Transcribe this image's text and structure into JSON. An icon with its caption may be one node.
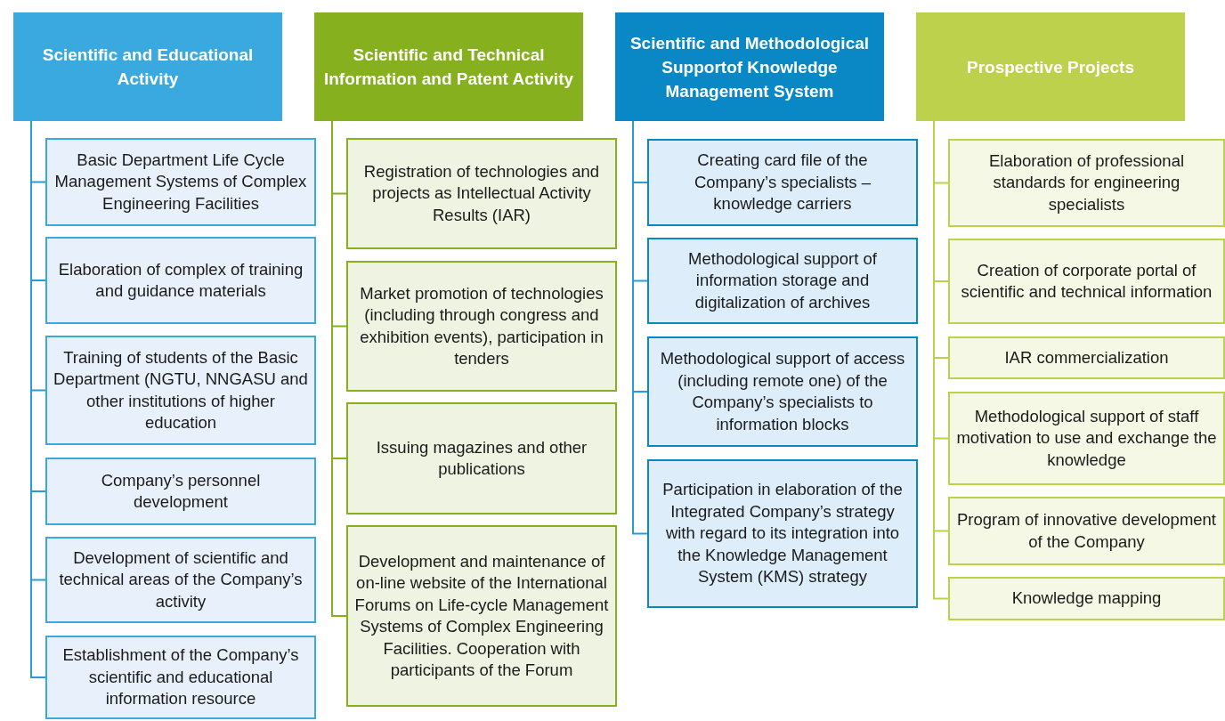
{
  "diagram": {
    "nodes": [
      {
        "text": [
          "Scientific and Educational Activity"
        ]
      },
      {
        "text": [
          "Basic Department Life Cycle Management Systems of Complex Engineering Facilities"
        ]
      },
      {
        "text": [
          "Elaboration of complex of training and guidance materials"
        ]
      },
      {
        "text": [
          "Training of students of the Basic Department (NGTU, NNGASU and other institutions of higher education"
        ]
      },
      {
        "text": [
          "Company’s personnel development"
        ]
      },
      {
        "text": [
          "Development of scientific and technical areas of the Company’s activity"
        ]
      },
      {
        "text": [
          "Establishment of the Company’s scientific and educational information resource"
        ]
      },
      {
        "text": [
          "Scientific and Technical Information and Patent Activity"
        ]
      },
      {
        "text": [
          "Registration of technologies and projects as Intellectual Activity Results (IAR)"
        ]
      },
      {
        "text": [
          "Market promotion of technologies (including through congress and exhibition events), participation in tenders"
        ]
      },
      {
        "text": [
          "Issuing magazines and other publications"
        ]
      },
      {
        "text": [
          "Development and maintenance of on-line website of the International Forums on Life-cycle Management Systems of Complex Engineering Facilities. Cooperation with participants of the Forum"
        ]
      },
      {
        "text": [
          "Scientific and Methodological Supportof Knowledge Management System"
        ]
      },
      {
        "text": [
          "Creating card file of the Company’s specialists – knowledge carriers"
        ]
      },
      {
        "text": [
          "Methodological support of information storage and digitalization of archives"
        ]
      },
      {
        "text": [
          "Methodological support of access (including remote one) of the Company’s specialists to information blocks"
        ]
      },
      {
        "text": [
          "Participation in elaboration of the Integrated Company’s strategy with regard to its integration into the Knowledge Management System (KMS) strategy"
        ]
      },
      {
        "text": [
          "Prospective Projects"
        ]
      },
      {
        "text": [
          "Elaboration of professional standards for engineering specialists"
        ]
      },
      {
        "text": [
          "Creation of corporate portal of scientific and technical information"
        ]
      },
      {
        "text": [
          "IAR commercialization"
        ]
      },
      {
        "text": [
          "Methodological support of staff motivation to use and exchange the knowledge"
        ]
      },
      {
        "text": [
          "Program of innovative development of the Company"
        ]
      },
      {
        "text": [
          "Knowledge mapping"
        ]
      }
    ],
    "edges": [
      {
        "from": 0,
        "to": 1,
        "arrow": "none"
      },
      {
        "from": 0,
        "to": 2,
        "arrow": "none"
      },
      {
        "from": 0,
        "to": 3,
        "arrow": "none"
      },
      {
        "from": 0,
        "to": 4,
        "arrow": "none"
      },
      {
        "from": 0,
        "to": 5,
        "arrow": "none"
      },
      {
        "from": 0,
        "to": 6,
        "arrow": "none"
      },
      {
        "from": 7,
        "to": 8,
        "arrow": "none",
        "color": "#86b01e"
      },
      {
        "from": 7,
        "to": 9,
        "arrow": "none",
        "color": "#86b01e"
      },
      {
        "from": 7,
        "to": 10,
        "arrow": "none",
        "color": "#86b01e"
      },
      {
        "from": 7,
        "to": 11,
        "arrow": "none",
        "color": "#86b01e"
      },
      {
        "from": 12,
        "to": 13,
        "arrow": "none"
      },
      {
        "from": 12,
        "to": 14,
        "arrow": "none"
      },
      {
        "from": 12,
        "to": 15,
        "arrow": "none"
      },
      {
        "from": 12,
        "to": 16,
        "arrow": "none"
      },
      {
        "from": 17,
        "to": 18,
        "arrow": "none",
        "color": "#bdd14c"
      },
      {
        "from": 17,
        "to": 19,
        "arrow": "none",
        "color": "#bdd14c"
      },
      {
        "from": 17,
        "to": 20,
        "arrow": "none",
        "color": "#bdd14c"
      },
      {
        "from": 17,
        "to": 21,
        "arrow": "none",
        "color": "#bdd14c"
      },
      {
        "from": 17,
        "to": 22,
        "arrow": "none",
        "color": "#bdd14c"
      },
      {
        "from": 17,
        "to": 23,
        "arrow": "none",
        "color": "#bdd14c"
      }
    ]
  }
}
